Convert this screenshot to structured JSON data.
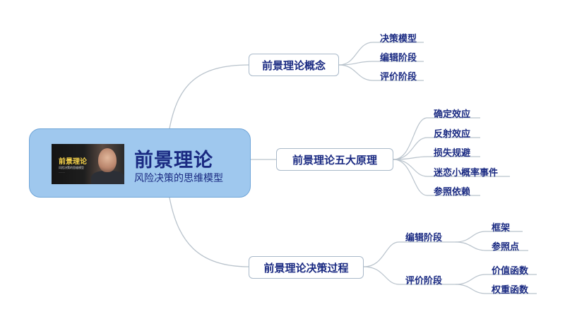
{
  "root": {
    "title": "前景理论",
    "subtitle": "风险决策的思维模型",
    "image_text": {
      "title": "前景理论",
      "subtitle": "风险决策的思维模型"
    }
  },
  "branches": [
    {
      "label": "前景理论概念",
      "children": [
        {
          "label": "决策模型"
        },
        {
          "label": "编辑阶段"
        },
        {
          "label": "评价阶段"
        }
      ]
    },
    {
      "label": "前景理论五大原理",
      "children": [
        {
          "label": "确定效应"
        },
        {
          "label": "反射效应"
        },
        {
          "label": "损失规避"
        },
        {
          "label": "迷恋小概率事件"
        },
        {
          "label": "参照依赖"
        }
      ]
    },
    {
      "label": "前景理论决策过程",
      "children": [
        {
          "label": "编辑阶段",
          "children": [
            {
              "label": "框架"
            },
            {
              "label": "参照点"
            }
          ]
        },
        {
          "label": "评价阶段",
          "children": [
            {
              "label": "价值函数"
            },
            {
              "label": "权重函数"
            }
          ]
        }
      ]
    }
  ],
  "colors": {
    "root_fill": "#9fc8ee",
    "text": "#1a2a82",
    "connector": "#b9c3cc"
  }
}
